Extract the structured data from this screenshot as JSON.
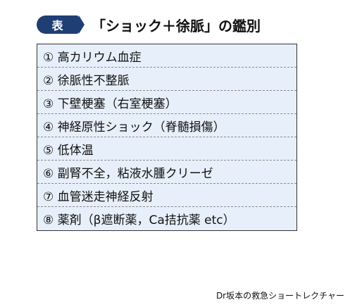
{
  "header": {
    "tag_label": "表",
    "title": "「ショック＋徐脈」の鑑別"
  },
  "items": [
    "① 高カリウム血症",
    "② 徐脈性不整脈",
    "③ 下壁梗塞（右室梗塞）",
    "④ 神経原性ショック（脊髄損傷）",
    "⑤ 低体温",
    "⑥ 副腎不全，粘液水腫クリーゼ",
    "⑦ 血管迷走神経反射",
    "⑧ 薬剤（β遮断薬，Ca拮抗薬 etc）"
  ],
  "footer": {
    "credit": "Dr坂本の救急ショートレクチャー"
  },
  "colors": {
    "tag_background": "#1f3e73",
    "box_background": "#e7f0fa"
  }
}
